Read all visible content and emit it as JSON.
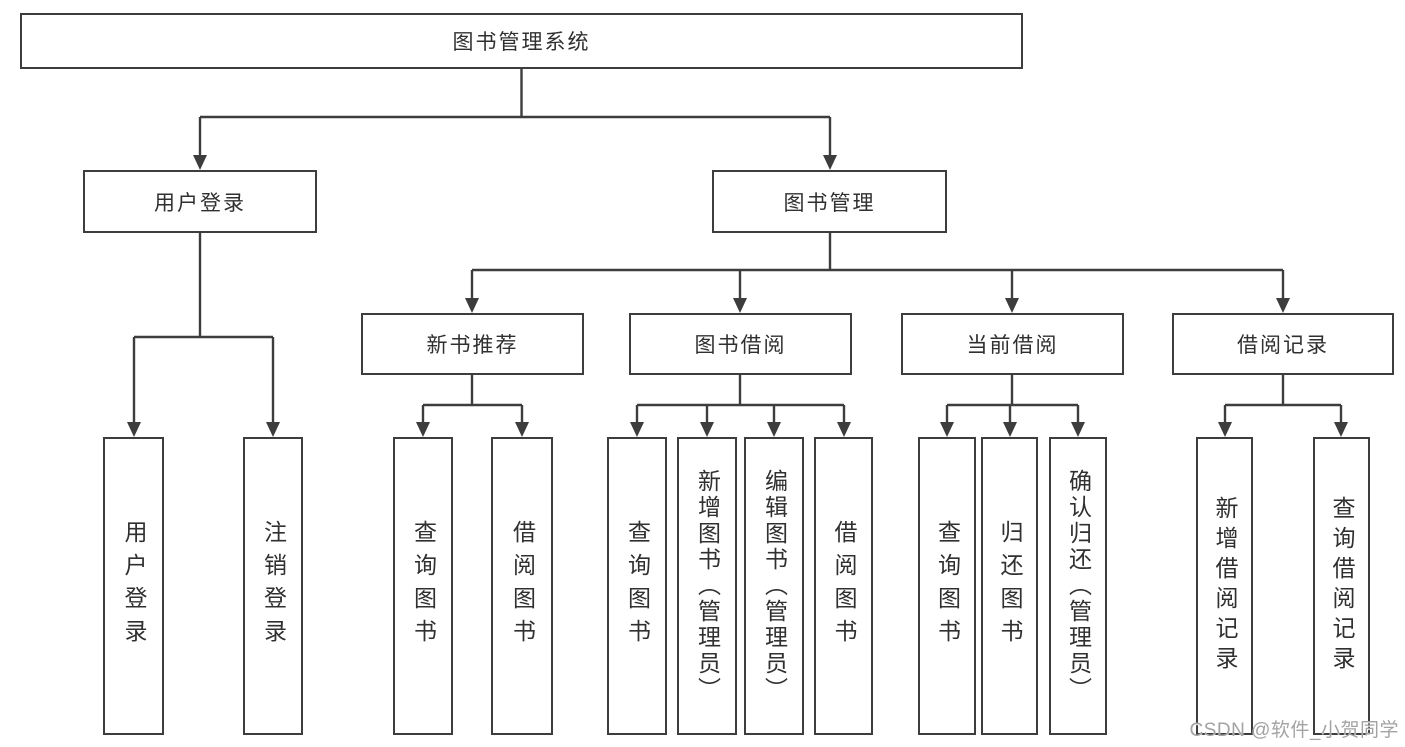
{
  "diagram": {
    "tree": {
      "root": {
        "label": "图书管理系统",
        "children": [
          {
            "label": "用户登录",
            "children": [
              {
                "label": "用户登录"
              },
              {
                "label": "注销登录"
              }
            ]
          },
          {
            "label": "图书管理",
            "children": [
              {
                "label": "新书推荐",
                "children": [
                  {
                    "label": "查询图书"
                  },
                  {
                    "label": "借阅图书"
                  }
                ]
              },
              {
                "label": "图书借阅",
                "children": [
                  {
                    "label": "查询图书"
                  },
                  {
                    "label": "新增图书（管理员）"
                  },
                  {
                    "label": "编辑图书（管理员）"
                  },
                  {
                    "label": "借阅图书"
                  }
                ]
              },
              {
                "label": "当前借阅",
                "children": [
                  {
                    "label": "查询图书"
                  },
                  {
                    "label": "归还图书"
                  },
                  {
                    "label": "确认归还（管理员）"
                  }
                ]
              },
              {
                "label": "借阅记录",
                "children": [
                  {
                    "label": "新增借阅记录"
                  },
                  {
                    "label": "查询借阅记录"
                  }
                ]
              }
            ]
          }
        ]
      }
    }
  },
  "watermark": {
    "text": "CSDN @软件_小贺同学"
  },
  "colors": {
    "line": "#3d3d3d",
    "text": "#303030",
    "watermark": "#a3a3a3",
    "background": "#ffffff"
  }
}
